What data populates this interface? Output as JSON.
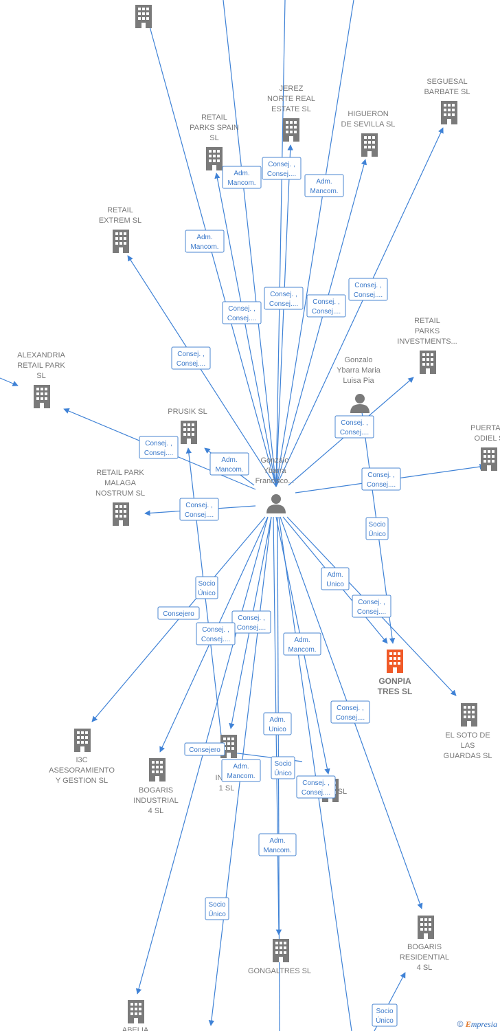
{
  "colors": {
    "edge": "#3f82d6",
    "building": "#7a7a7a",
    "highlight": "#f05a28",
    "person": "#7a7a7a"
  },
  "watermark": {
    "symbol": "©",
    "brand_initial": "E",
    "brand_rest": "mpresia"
  },
  "nodes": [
    {
      "id": "top_bld",
      "type": "building",
      "label": []
    },
    {
      "id": "jerez",
      "type": "building",
      "label": [
        "JEREZ",
        "NORTE REAL",
        "ESTATE SL"
      ]
    },
    {
      "id": "seguesal",
      "type": "building",
      "label": [
        "SEGUESAL",
        "BARBATE SL"
      ]
    },
    {
      "id": "retail_spain",
      "type": "building",
      "label": [
        "RETAIL",
        "PARKS SPAIN",
        "SL"
      ]
    },
    {
      "id": "higueron",
      "type": "building",
      "label": [
        "HIGUERON",
        "DE SEVILLA SL"
      ]
    },
    {
      "id": "retail_extrem",
      "type": "building",
      "label": [
        "RETAIL",
        "EXTREM SL"
      ]
    },
    {
      "id": "alexandria",
      "type": "building",
      "label": [
        "ALEXANDRIA",
        "RETAIL PARK",
        "SL"
      ]
    },
    {
      "id": "retail_inv",
      "type": "building",
      "label": [
        "RETAIL",
        "PARKS",
        "INVESTMENTS..."
      ]
    },
    {
      "id": "prusik",
      "type": "building",
      "label": [
        "PRUSIK SL"
      ]
    },
    {
      "id": "puerta",
      "type": "building",
      "label": [
        "PUERTA D",
        "ODIEL S"
      ]
    },
    {
      "id": "malaga",
      "type": "building",
      "label": [
        "RETAIL PARK",
        "MALAGA",
        "NOSTRUM SL"
      ]
    },
    {
      "id": "gonzalo_f",
      "type": "person",
      "label": [
        "Gonzalo",
        "Ybarra",
        "Francisco..."
      ]
    },
    {
      "id": "gonzalo_m",
      "type": "person",
      "label": [
        "Gonzalo",
        "Ybarra Maria",
        "Luisa Pia"
      ]
    },
    {
      "id": "gonpia",
      "type": "building_hl",
      "label": [
        "GONPIA",
        "TRES SL"
      ]
    },
    {
      "id": "soto",
      "type": "building",
      "label": [
        "EL SOTO DE",
        "LAS",
        "GUARDAS SL"
      ]
    },
    {
      "id": "i3c",
      "type": "building",
      "label": [
        "I3C",
        "ASESORAMIENTO",
        "Y GESTION SL"
      ]
    },
    {
      "id": "bogaris_ind",
      "type": "building",
      "label": [
        "BOGARIS",
        "INDUSTRIAL",
        "4 SL"
      ]
    },
    {
      "id": "inves",
      "type": "building",
      "label": [
        "E",
        "INVES",
        "1 SL"
      ]
    },
    {
      "id": "killic",
      "type": "building",
      "label": [
        "KILLIC SL"
      ]
    },
    {
      "id": "gongaltres",
      "type": "building",
      "label": [
        "GONGALTRES SL"
      ]
    },
    {
      "id": "bogaris_res",
      "type": "building",
      "label": [
        "BOGARIS",
        "RESIDENTIAL",
        "4 SL"
      ]
    },
    {
      "id": "abelia",
      "type": "building",
      "label": [
        "ABELIA"
      ]
    }
  ],
  "edge_labels": [
    {
      "id": "e1",
      "lines": [
        "Adm.",
        "Mancom."
      ]
    },
    {
      "id": "e2",
      "lines": [
        "Consej. ,",
        "Consej...."
      ]
    },
    {
      "id": "e3",
      "lines": [
        "Adm.",
        "Mancom."
      ]
    },
    {
      "id": "e4",
      "lines": [
        "Adm.",
        "Mancom."
      ]
    },
    {
      "id": "e5",
      "lines": [
        "Consej. ,",
        "Consej...."
      ]
    },
    {
      "id": "e6",
      "lines": [
        "Consej. ,",
        "Consej...."
      ]
    },
    {
      "id": "e7",
      "lines": [
        "Consej. ,",
        "Consej...."
      ]
    },
    {
      "id": "e8",
      "lines": [
        "Consej. ,",
        "Consej...."
      ]
    },
    {
      "id": "e9",
      "lines": [
        "Consej. ,",
        "Consej...."
      ]
    },
    {
      "id": "e10",
      "lines": [
        "Consej. ,",
        "Consej...."
      ]
    },
    {
      "id": "e11",
      "lines": [
        "Consej. ,",
        "Consej...."
      ]
    },
    {
      "id": "e12",
      "lines": [
        "Adm.",
        "Mancom."
      ]
    },
    {
      "id": "e13",
      "lines": [
        "Consej. ,",
        "Consej...."
      ]
    },
    {
      "id": "e14",
      "lines": [
        "Consej. ,",
        "Consej...."
      ]
    },
    {
      "id": "e15",
      "lines": [
        "Socio",
        "Único"
      ]
    },
    {
      "id": "e16",
      "lines": [
        "Adm.",
        "Unico"
      ]
    },
    {
      "id": "e17",
      "lines": [
        "Consej. ,",
        "Consej...."
      ]
    },
    {
      "id": "e18",
      "lines": [
        "Socio",
        "Único"
      ]
    },
    {
      "id": "e19",
      "lines": [
        "Consejero"
      ]
    },
    {
      "id": "e20",
      "lines": [
        "Consej. ,",
        "Consej...."
      ]
    },
    {
      "id": "e21",
      "lines": [
        "Consej. ,",
        "Consej...."
      ]
    },
    {
      "id": "e22",
      "lines": [
        "Adm.",
        "Mancom."
      ]
    },
    {
      "id": "e23",
      "lines": [
        "Consej. ,",
        "Consej...."
      ]
    },
    {
      "id": "e24",
      "lines": [
        "Adm.",
        "Unico"
      ]
    },
    {
      "id": "e25",
      "lines": [
        "Consejero"
      ]
    },
    {
      "id": "e26",
      "lines": [
        "Adm.",
        "Mancom."
      ]
    },
    {
      "id": "e27",
      "lines": [
        "Socio",
        "Único"
      ]
    },
    {
      "id": "e28",
      "lines": [
        "Consej. ,",
        "Consej...."
      ]
    },
    {
      "id": "e29",
      "lines": [
        "Adm.",
        "Mancom."
      ]
    },
    {
      "id": "e30",
      "lines": [
        "Socio",
        "Único"
      ]
    },
    {
      "id": "e31",
      "lines": [
        "Socio",
        "Único"
      ]
    }
  ]
}
